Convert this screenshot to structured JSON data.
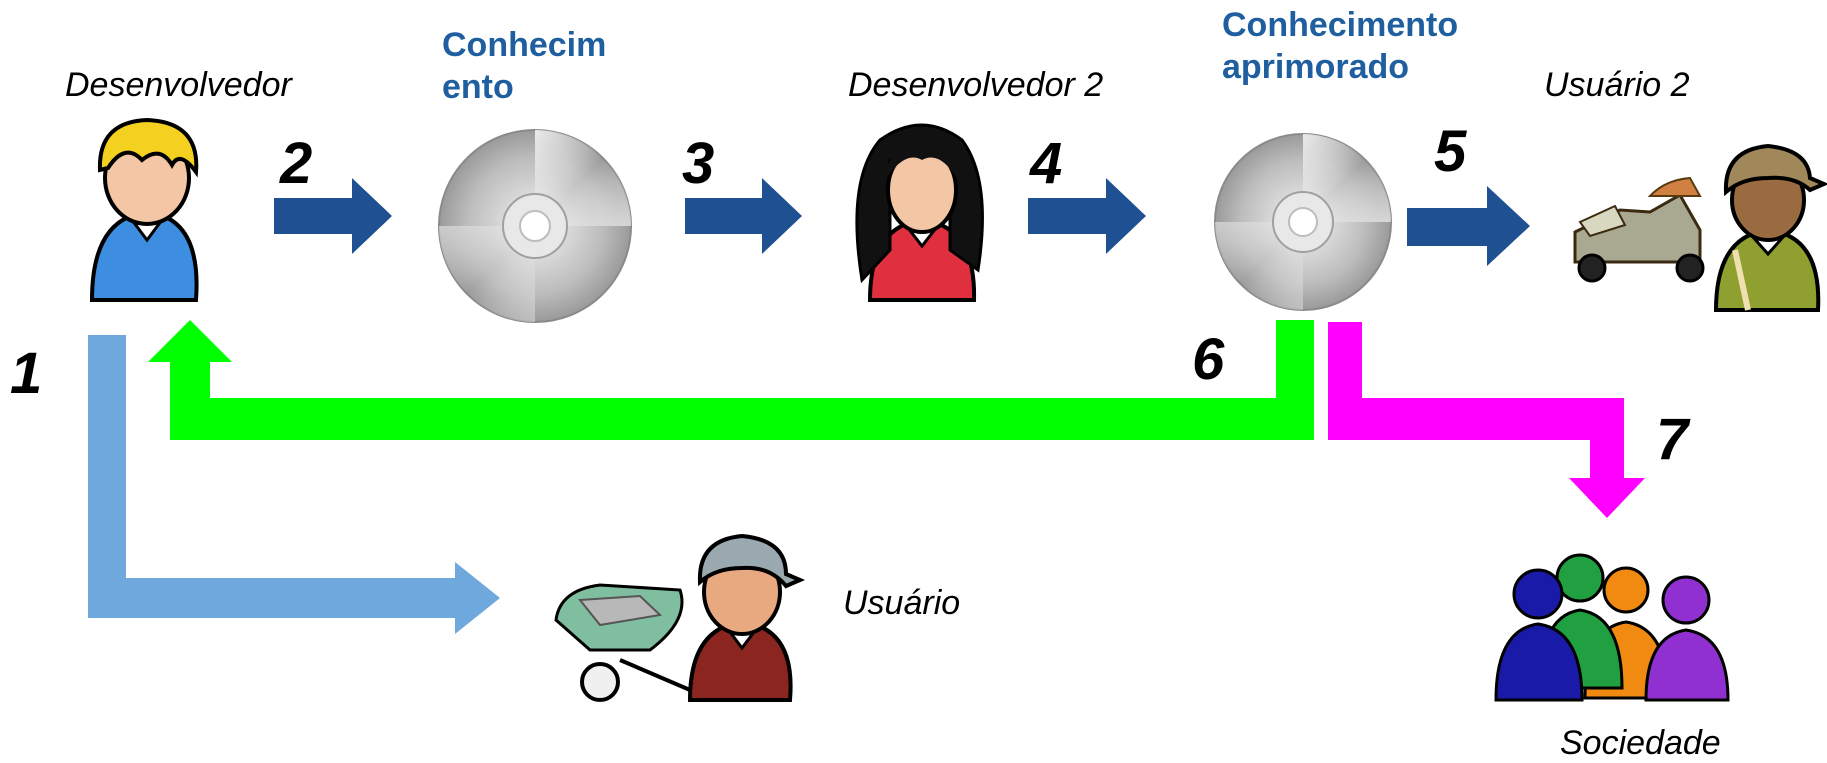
{
  "actors": {
    "dev1": "Desenvolvedor",
    "dev2": "Desenvolvedor  2",
    "user": "Usuário",
    "user2": "Usuário 2",
    "society": "Sociedade"
  },
  "knowledge": {
    "k1_line1": "Conhecim",
    "k1_line2": "ento",
    "k2_line1": "Conhecimento",
    "k2_line2": "aprimorado"
  },
  "steps": {
    "s1": "1",
    "s2": "2",
    "s3": "3",
    "s4": "4",
    "s5": "5",
    "s6": "6",
    "s7": "7"
  },
  "colors": {
    "blue_arrow": "#1f5092",
    "light_blue_arrow": "#6fa8dc",
    "green_arrow": "#00ff00",
    "magenta_arrow": "#ff00ff",
    "label_blue": "#1f5fa0"
  },
  "icons": {
    "dev1": "blond-person-icon",
    "dev2": "dark-haired-woman-icon",
    "disc": "cd-disc-icon",
    "user": "wheelbarrow-worker-icon",
    "user2": "truck-worker-icon",
    "society": "group-of-people-icon"
  }
}
